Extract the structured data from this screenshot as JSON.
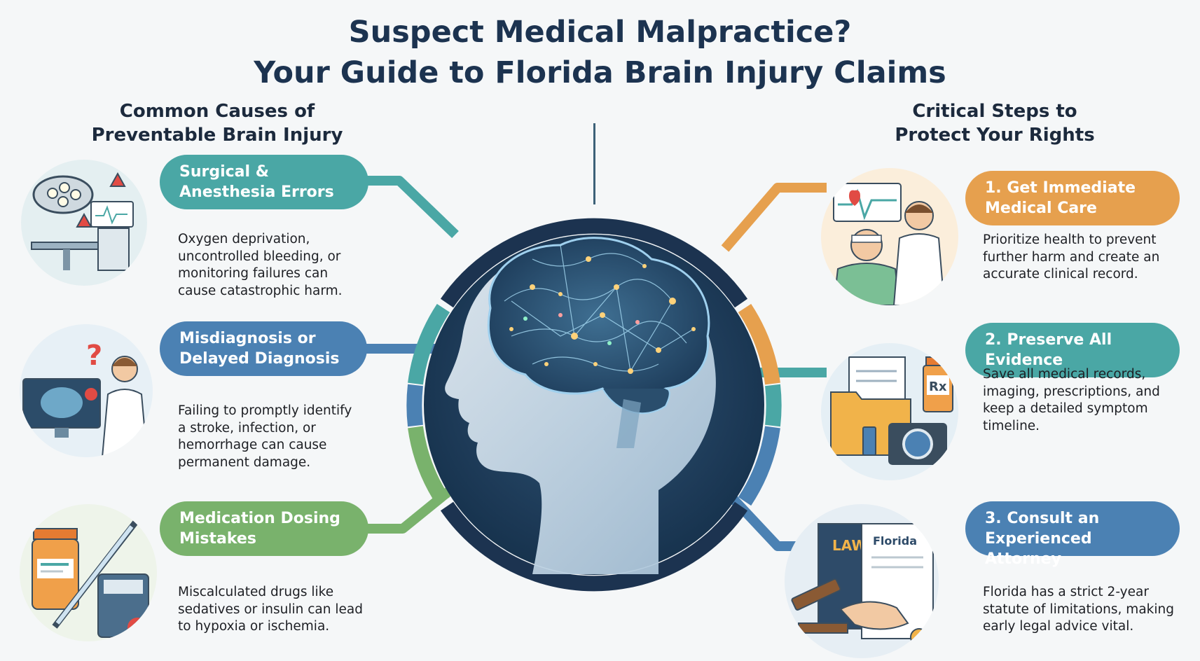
{
  "title": {
    "line1": "Suspect Medical Malpractice?",
    "line2": "Your Guide to Florida Brain Injury Claims"
  },
  "colors": {
    "teal": "#4aa7a5",
    "blue": "#4b81b3",
    "green": "#79b26c",
    "orange": "#e6a04e",
    "navy": "#1c3350"
  },
  "left": {
    "heading": "Common Causes of\nPreventable Brain Injury",
    "items": [
      {
        "label": "Surgical &\nAnesthesia Errors",
        "text": "Oxygen deprivation,\nuncontrolled bleeding, or\nmonitoring failures can\ncause catastrophic harm.",
        "icon": "operating-room-icon"
      },
      {
        "label": "Misdiagnosis or\nDelayed Diagnosis",
        "text": "Failing to promptly identify\na stroke, infection, or\nhemorrhage can cause\npermanent damage.",
        "icon": "doctor-scan-icon",
        "icon_text": "?"
      },
      {
        "label": "Medication Dosing\nMistakes",
        "text": "Miscalculated drugs like\nsedatives or insulin can lead\nto hypoxia or ischemia.",
        "icon": "syringe-calculator-icon"
      }
    ]
  },
  "right": {
    "heading": "Critical Steps to\nProtect Your Rights",
    "items": [
      {
        "label": "1. Get Immediate\nMedical Care",
        "text": "Prioritize health to prevent\nfurther harm and create an\naccurate clinical record.",
        "icon": "doctor-patient-icon"
      },
      {
        "label": "2. Preserve All\nEvidence",
        "text": "Save all medical records,\nimaging, prescriptions, and\nkeep a detailed symptom\ntimeline.",
        "icon": "evidence-folder-icon",
        "icon_text": "Rx"
      },
      {
        "label": "3. Consult an\nExperienced Attorney",
        "text": "Florida has a strict 2-year\nstatute of limitations, making\nearly legal advice vital.",
        "icon": "law-handshake-icon",
        "icon_text": [
          "LAW",
          "Florida"
        ]
      }
    ]
  },
  "center": {
    "icon": "glowing-brain-head-icon"
  }
}
